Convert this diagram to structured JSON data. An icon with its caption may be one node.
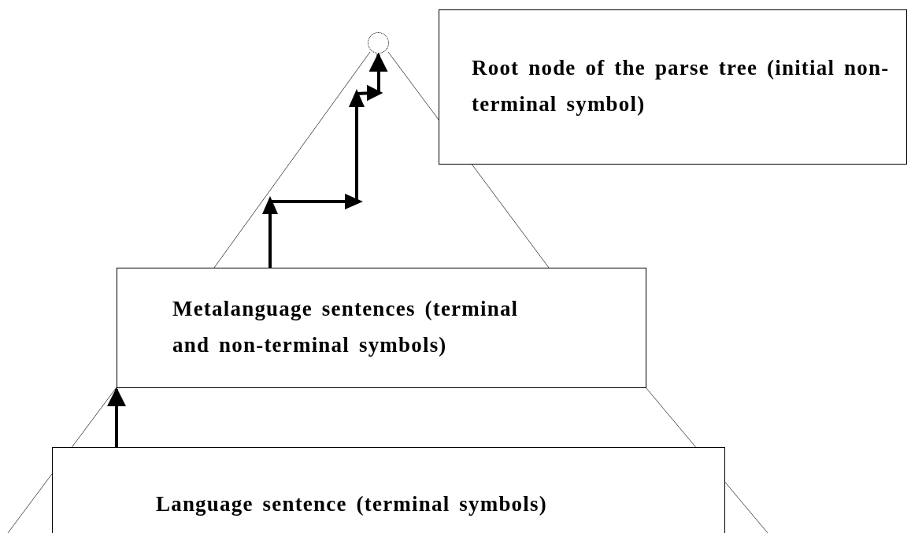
{
  "diagram": {
    "nodes": [
      {
        "text": [],
        "shape": "circle"
      },
      {
        "text": [
          "Root node of the parse tree (initial non-terminal symbol)"
        ]
      },
      {
        "text": [
          "Metalanguage sentences (terminal and non-terminal symbols)"
        ]
      },
      {
        "text": [
          "Language sentence (terminal symbols)"
        ]
      }
    ],
    "edges": [
      {
        "from": 3,
        "to": 2,
        "arrow": "to"
      },
      {
        "from": 2,
        "to": 0,
        "arrow": "to"
      }
    ]
  }
}
